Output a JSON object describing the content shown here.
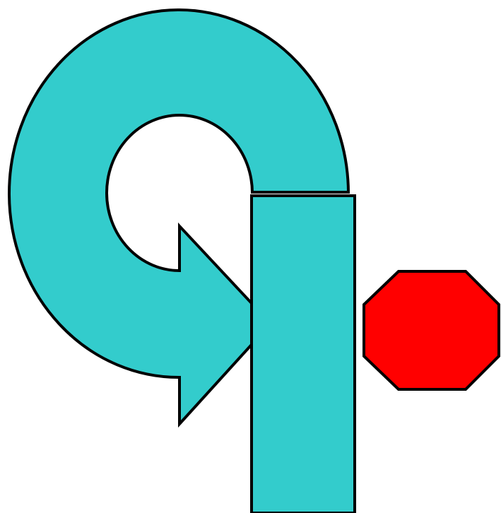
{
  "diagram": {
    "background_color": "#ffffff",
    "stroke_color": "#000000",
    "shapes": [
      {
        "id": "curved-arrow",
        "kind": "u-turn arrow",
        "fill": "#33cccc",
        "icon": "curved-arrow-icon"
      },
      {
        "id": "vertical-bar",
        "kind": "rectangle",
        "fill": "#33cccc",
        "icon": "bar-icon"
      },
      {
        "id": "stop-octagon",
        "kind": "octagon",
        "fill": "#ff0000",
        "icon": "stop-sign-icon"
      }
    ]
  }
}
